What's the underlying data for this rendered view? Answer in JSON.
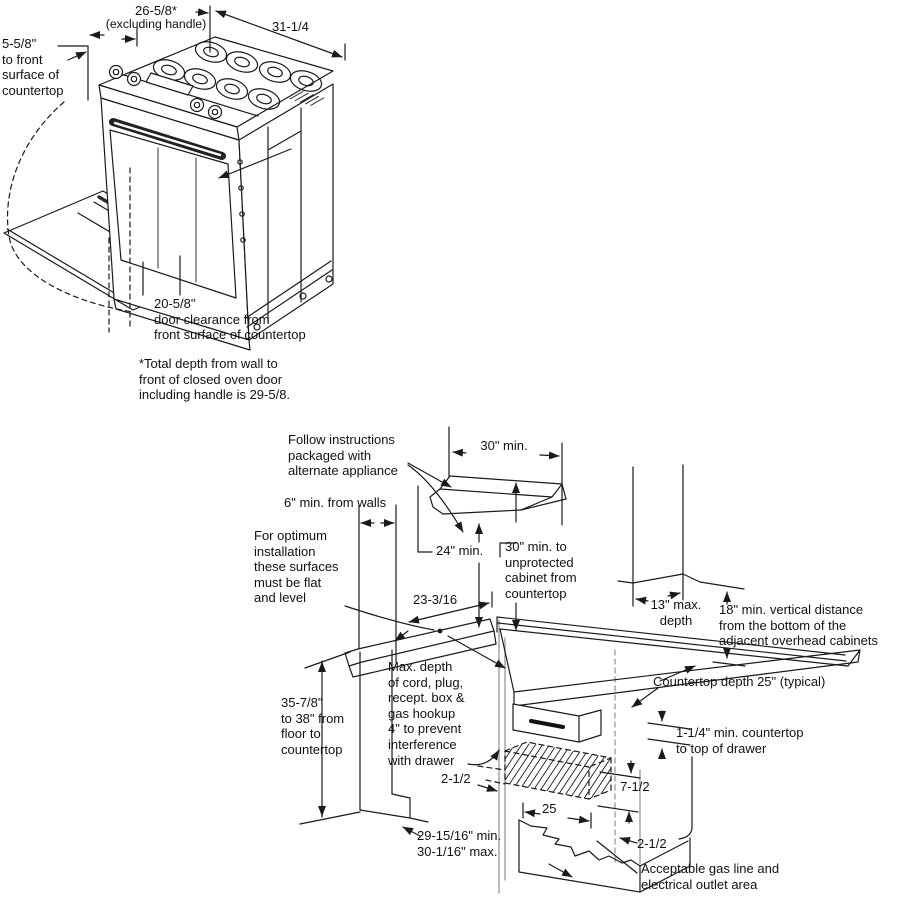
{
  "page": {
    "title": "Slide-in gas range installation dimensions diagram"
  },
  "colors": {
    "line": "#1a1a1a",
    "reference_line": "#8f8f8f",
    "text": "#111111",
    "background": "#ffffff"
  },
  "top_diagram": {
    "labels": {
      "depth": "26-5/8*",
      "depth_note": "(excluding handle)",
      "width": "31-1/4",
      "countertop_front": "5-5/8\"\nto front\nsurface of\ncountertop",
      "door_clearance": "20-5/8\"\ndoor clearance from\nfront surface of countertop",
      "total_depth": "*Total depth from wall to\nfront of closed oven door\nincluding handle is 29-5/8."
    }
  },
  "bottom_diagram": {
    "labels": {
      "follow": "Follow instructions\npackaged with\nalternate appliance",
      "hood_width": "30\" min.",
      "walls": "6\" min. from walls",
      "optimum": "For optimum\ninstallation\nthese surfaces\nmust be flat\nand level",
      "hood_height": "24\" min.",
      "unprotected": "30\" min. to\nunprotected\ncabinet from\ncountertop",
      "wall_depth": "23-3/16",
      "cabinet_depth": "13\" max.\ndepth",
      "vertical_distance": "18\" min. vertical distance\nfrom the bottom of the\nadjacent overhead cabinets",
      "countertop_depth": "Countertop depth 25\" (typical)",
      "counter_height": "35-7/8\"\nto 38\" from\nfloor to\ncountertop",
      "cord": "Max. depth\nof cord, plug,\nrecept. box &\ngas hookup\n4\" to prevent\ninterference\nwith drawer",
      "offset_left": "2-1/2",
      "drawer_gap": "1-1/4\" min. countertop\nto top of drawer",
      "outlet_height": "7-1/2",
      "outlet_width": "25",
      "offset_right": "2-1/2",
      "cutout_width": "29-15/16\" min.\n30-1/16\" max.",
      "outlet_area": "Acceptable gas line and\nelectrical outlet area"
    }
  }
}
